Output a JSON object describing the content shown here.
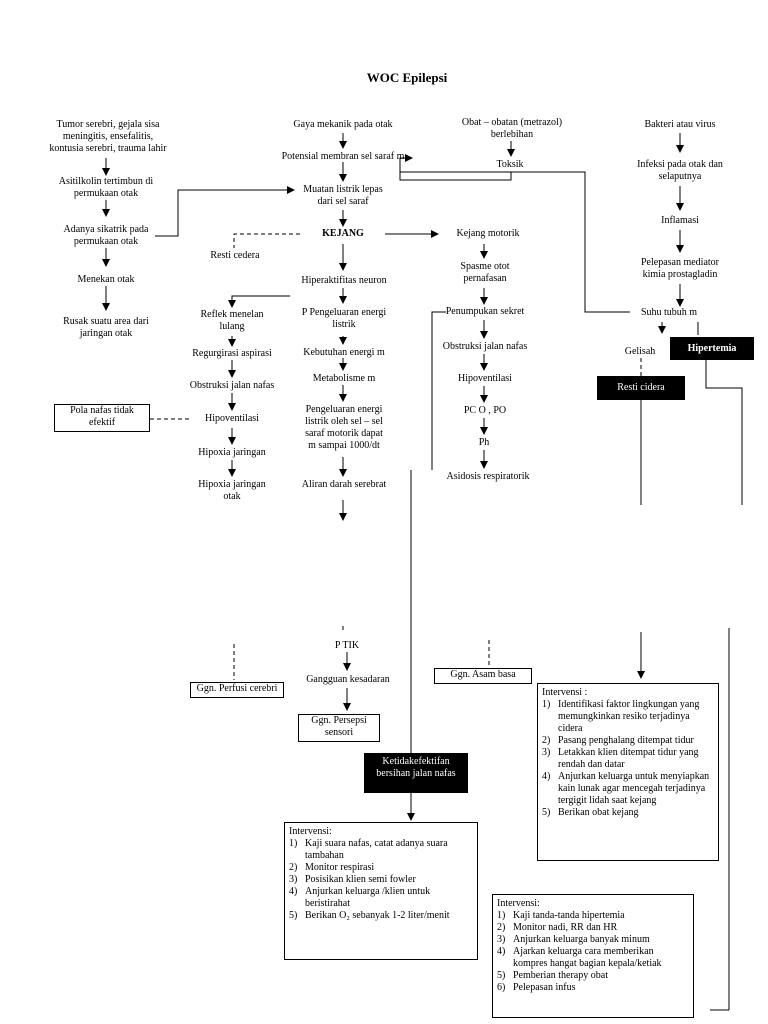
{
  "title": "WOC Epilepsi",
  "left": {
    "n1": "Tumor serebri, gejala sisa\nmeningitis, ensefalitis,\nkontusia serebri, trauma lahir",
    "n2": "Asitilkolin tertimbun di\npermukaan otak",
    "n3": "Adanya sikatrik pada\npermukaan otak",
    "n4": "Menekan otak",
    "n5": "Rusak suatu area dari\njaringan otak"
  },
  "center": {
    "c1": "Gaya mekanik pada otak",
    "c2": "Potensial membran sel saraf m",
    "c3": "Muatan listrik lepas\ndari sel saraf",
    "c4": "KEJANG",
    "c5": "Resti cedera",
    "c6": "Hiperaktifitas neuron"
  },
  "branch_a": {
    "a1": "Reflek menelan\nlulang",
    "a2": "Regurgirasi aspirasi",
    "a3": "Obstruksi jalan nafas",
    "a4": "Hipoventilasi",
    "a5": "Hipoxia jaringan",
    "a6": "Hipoxia jaringan\notak",
    "pola": "Pola nafas tidak\nefektif"
  },
  "branch_b": {
    "b1": "P Pengeluaran energi\nlistrik",
    "b2": "Kebutuhan energi m",
    "b3": "Metabolisme m",
    "b4": "Pengeluaran energi\nlistrik oleh sel – sel\nsaraf motorik dapat\nm sampai 1000/dt",
    "b5": "Aliran darah serebrat"
  },
  "branch_c": {
    "k1": "Obat – obatan (metrazol)\nberlebihan",
    "k2": "Toksik",
    "k3": "Kejang motorik",
    "k4": "Spasme otot\npernafasan",
    "k5": "Penumpukan sekret",
    "k6": "Obstruksi jalan nafas",
    "k7": "Hipoventilasi",
    "k8": "PC O , PO",
    "k9": "Ph",
    "k10": "Asidosis respiratorik"
  },
  "branch_d": {
    "d1": "Bakteri atau virus",
    "d2": "Infeksi pada otak dan\nselaputnya",
    "d3": "Inflamasi",
    "d4": "Pelepasan mediator\nkimia prostagladin",
    "d5": "Suhu tubuh m",
    "d6": "Gelisah",
    "hipertermia": "Hipertemia",
    "resti": "Resti cidera"
  },
  "bottom": {
    "ptik": "P  TIK",
    "gangguan": "Gangguan kesadaran",
    "persepsi": "Ggn. Persepsi\nsensori",
    "perfusi": "Ggn. Perfusi cerebri",
    "asam": "Ggn. Asam basa",
    "ketidak": "Ketidakefektifan\nbersihan jalan nafas"
  },
  "iv_jalan_nafas": {
    "head": "Intervensi:",
    "items": [
      {
        "n": "1)",
        "t": "Kaji suara nafas, catat adanya suara tambahan"
      },
      {
        "n": "2)",
        "t": "Monitor respirasi"
      },
      {
        "n": "3)",
        "t": "Posisikan klien semi fowler"
      },
      {
        "n": "4)",
        "t": "Anjurkan keluarga /klien untuk beristirahat"
      },
      {
        "n": "5)",
        "t": "Berikan O₂ sebanyak 1-2 liter/menit"
      }
    ]
  },
  "iv_resti": {
    "head": "Intervensi :",
    "items": [
      {
        "n": "1)",
        "t": "Identifikasi faktor lingkungan yang memungkinkan resiko terjadinya cidera"
      },
      {
        "n": "2)",
        "t": "Pasang penghalang ditempat tidur"
      },
      {
        "n": "3)",
        "t": "Letakkan klien ditempat tidur yang rendah dan datar"
      },
      {
        "n": "4)",
        "t": "Anjurkan keluarga untuk menyiapkan kain lunak agar mencegah terjadinya tergigit lidah saat kejang"
      },
      {
        "n": "5)",
        "t": "Berikan obat kejang"
      }
    ]
  },
  "iv_hipertermia": {
    "head": "Intervensi:",
    "items": [
      {
        "n": "1)",
        "t": "Kaji tanda-tanda hipertemia"
      },
      {
        "n": "2)",
        "t": "Monitor nadi, RR dan HR"
      },
      {
        "n": "3)",
        "t": "Anjurkan keluarga banyak minum"
      },
      {
        "n": "4)",
        "t": "Ajarkan keluarga cara memberikan kompres hangat bagian kepala/ketiak"
      },
      {
        "n": "5)",
        "t": "Pemberian therapy obat"
      },
      {
        "n": "6)",
        "t": "Pelepasan infus"
      }
    ]
  }
}
